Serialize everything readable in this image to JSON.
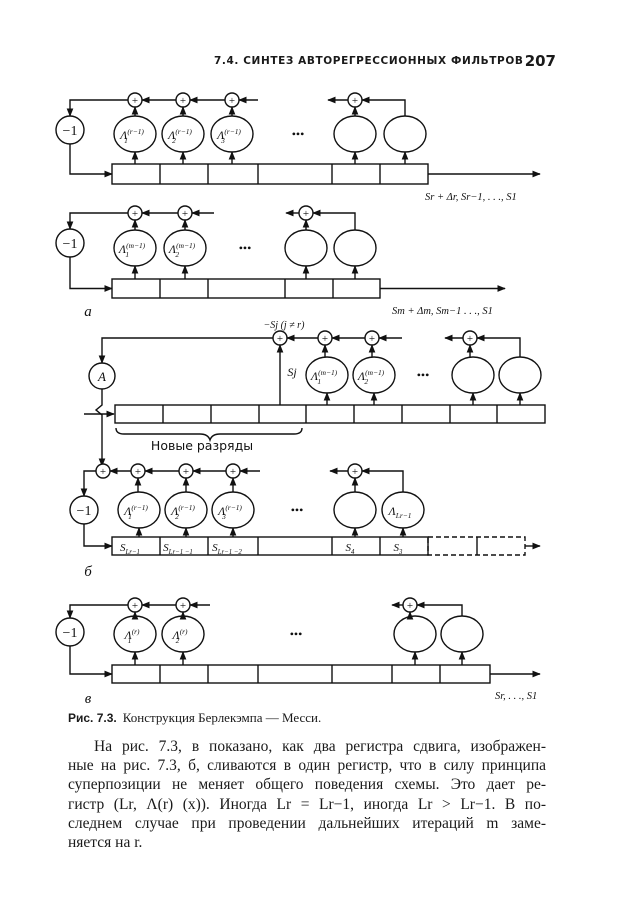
{
  "header": {
    "running_title": "7.4. СИНТЕЗ АВТОРЕГРЕССИОННЫХ ФИЛЬТРОВ",
    "page_number": "207"
  },
  "figure": {
    "panel_labels": {
      "a": "а",
      "b": "б",
      "v": "в"
    },
    "minus_one": "−1",
    "plus": "+",
    "ellipsis": "•••",
    "a_block": "A",
    "a1_taps": [
      {
        "base": "Λ",
        "sub": "1",
        "sup": "(r−1)"
      },
      {
        "base": "Λ",
        "sub": "2",
        "sup": "(r−1)"
      },
      {
        "base": "Λ",
        "sub": "3",
        "sup": "(r−1)"
      }
    ],
    "a1_output": "Sr + Δr, Sr−1, . . ., S1",
    "a2_taps": [
      {
        "base": "Λ",
        "sub": "1",
        "sup": "(m−1)"
      },
      {
        "base": "Λ",
        "sub": "2",
        "sup": "(m−1)"
      }
    ],
    "a2_output": "Sm + Δm, Sm−1 . . ., S1",
    "b_top_label": "−Sj (j ≠ r)",
    "b_sj_label": "Sj",
    "b_upper_taps": [
      {
        "base": "Λ",
        "sub": "1",
        "sup": "(m−1)"
      },
      {
        "base": "Λ",
        "sub": "2",
        "sup": "(m−1)"
      }
    ],
    "b_new_digits": "Новые разряды",
    "b_lower_taps": [
      {
        "base": "Λ",
        "sub": "1",
        "sup": "(r−1)"
      },
      {
        "base": "Λ",
        "sub": "2",
        "sup": "(r−1)"
      },
      {
        "base": "Λ",
        "sub": "3",
        "sup": "(r−1)"
      }
    ],
    "b_last_tap": {
      "base": "Λ",
      "sub": "Lr−1",
      "sup": ""
    },
    "b_cells": [
      {
        "base": "S",
        "sub": "Lr−1",
        "sup": ""
      },
      {
        "base": "S",
        "sub": "Lr−1 −1",
        "sup": ""
      },
      {
        "base": "S",
        "sub": "Lr−1 −2",
        "sup": ""
      },
      {
        "base": "S",
        "sub": "4",
        "sup": ""
      },
      {
        "base": "S",
        "sub": "3",
        "sup": ""
      }
    ],
    "v_taps": [
      {
        "base": "Λ",
        "sub": "1",
        "sup": "(r)"
      },
      {
        "base": "Λ",
        "sub": "2",
        "sup": "(r)"
      }
    ],
    "v_output": "Sr, . . ., S1"
  },
  "caption": {
    "number": "Рис. 7.3.",
    "text": "Конструкция Берлекэмпа — Месси."
  },
  "paragraph": [
    "На рис. 7.3, в показано, как два регистра сдвига, изображен-",
    "ные на рис. 7.3, б, сливаются в один регистр, что в силу принципа",
    "суперпозиции не меняет общего поведения схемы. Это дает ре-",
    "гистр (Lr, Λ(r) (x)). Иногда Lr = Lr−1, иногда Lr > Lr−1. В по-",
    "следнем случае при проведении дальнейших итераций m заме-",
    "няется на r."
  ]
}
